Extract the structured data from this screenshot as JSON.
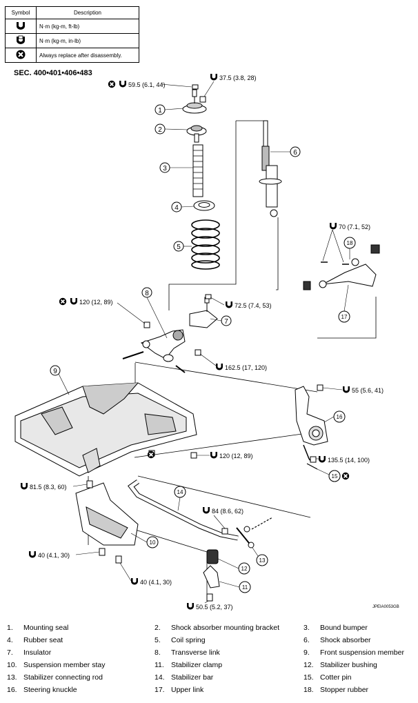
{
  "legend": {
    "header_symbol": "Symbol",
    "header_description": "Description",
    "rows": [
      {
        "icon": "torque-wrench-icon",
        "description": "N·m (kg-m, ft-lb)"
      },
      {
        "icon": "torque-wrench-small-icon",
        "description": "N·m (kg-m, in-lb)"
      },
      {
        "icon": "always-replace-icon",
        "description": "Always replace after disassembly."
      }
    ]
  },
  "section": "SEC. 400•401•406•483",
  "torques": {
    "t1": "59.5 (6.1, 44)",
    "t2": "37.5 (3.8, 28)",
    "t3": "70 (7.1, 52)",
    "t4": "120 (12, 89)",
    "t5": "72.5 (7.4, 53)",
    "t6": "162.5 (17, 120)",
    "t7": "55 (5.6, 41)",
    "t8": "135.5 (14, 100)",
    "t9": "120 (12, 89)",
    "t10": "81.5 (8.3, 60)",
    "t11": "84 (8.6, 62)",
    "t12": "40 (4.1, 30)",
    "t13": "40 (4.1, 30)",
    "t14": "50.5 (5.2, 37)"
  },
  "callouts": [
    "1",
    "2",
    "3",
    "4",
    "5",
    "6",
    "7",
    "8",
    "9",
    "10",
    "11",
    "12",
    "13",
    "14",
    "15",
    "15",
    "16",
    "17",
    "18"
  ],
  "figure_code": "JPEIA0053GB",
  "parts": [
    {
      "num": "1.",
      "name": "Mounting seal"
    },
    {
      "num": "2.",
      "name": "Shock absorber mounting bracket"
    },
    {
      "num": "3.",
      "name": "Bound bumper"
    },
    {
      "num": "4.",
      "name": "Rubber seat"
    },
    {
      "num": "5.",
      "name": "Coil spring"
    },
    {
      "num": "6.",
      "name": "Shock absorber"
    },
    {
      "num": "7.",
      "name": "Insulator"
    },
    {
      "num": "8.",
      "name": "Transverse link"
    },
    {
      "num": "9.",
      "name": "Front suspension member"
    },
    {
      "num": "10.",
      "name": "Suspension member stay"
    },
    {
      "num": "11.",
      "name": "Stabilizer clamp"
    },
    {
      "num": "12.",
      "name": "Stabilizer bushing"
    },
    {
      "num": "13.",
      "name": "Stabilizer connecting rod"
    },
    {
      "num": "14.",
      "name": "Stabilizer bar"
    },
    {
      "num": "15.",
      "name": "Cotter pin"
    },
    {
      "num": "16.",
      "name": "Steering knuckle"
    },
    {
      "num": "17.",
      "name": "Upper link"
    },
    {
      "num": "18.",
      "name": "Stopper rubber"
    }
  ]
}
